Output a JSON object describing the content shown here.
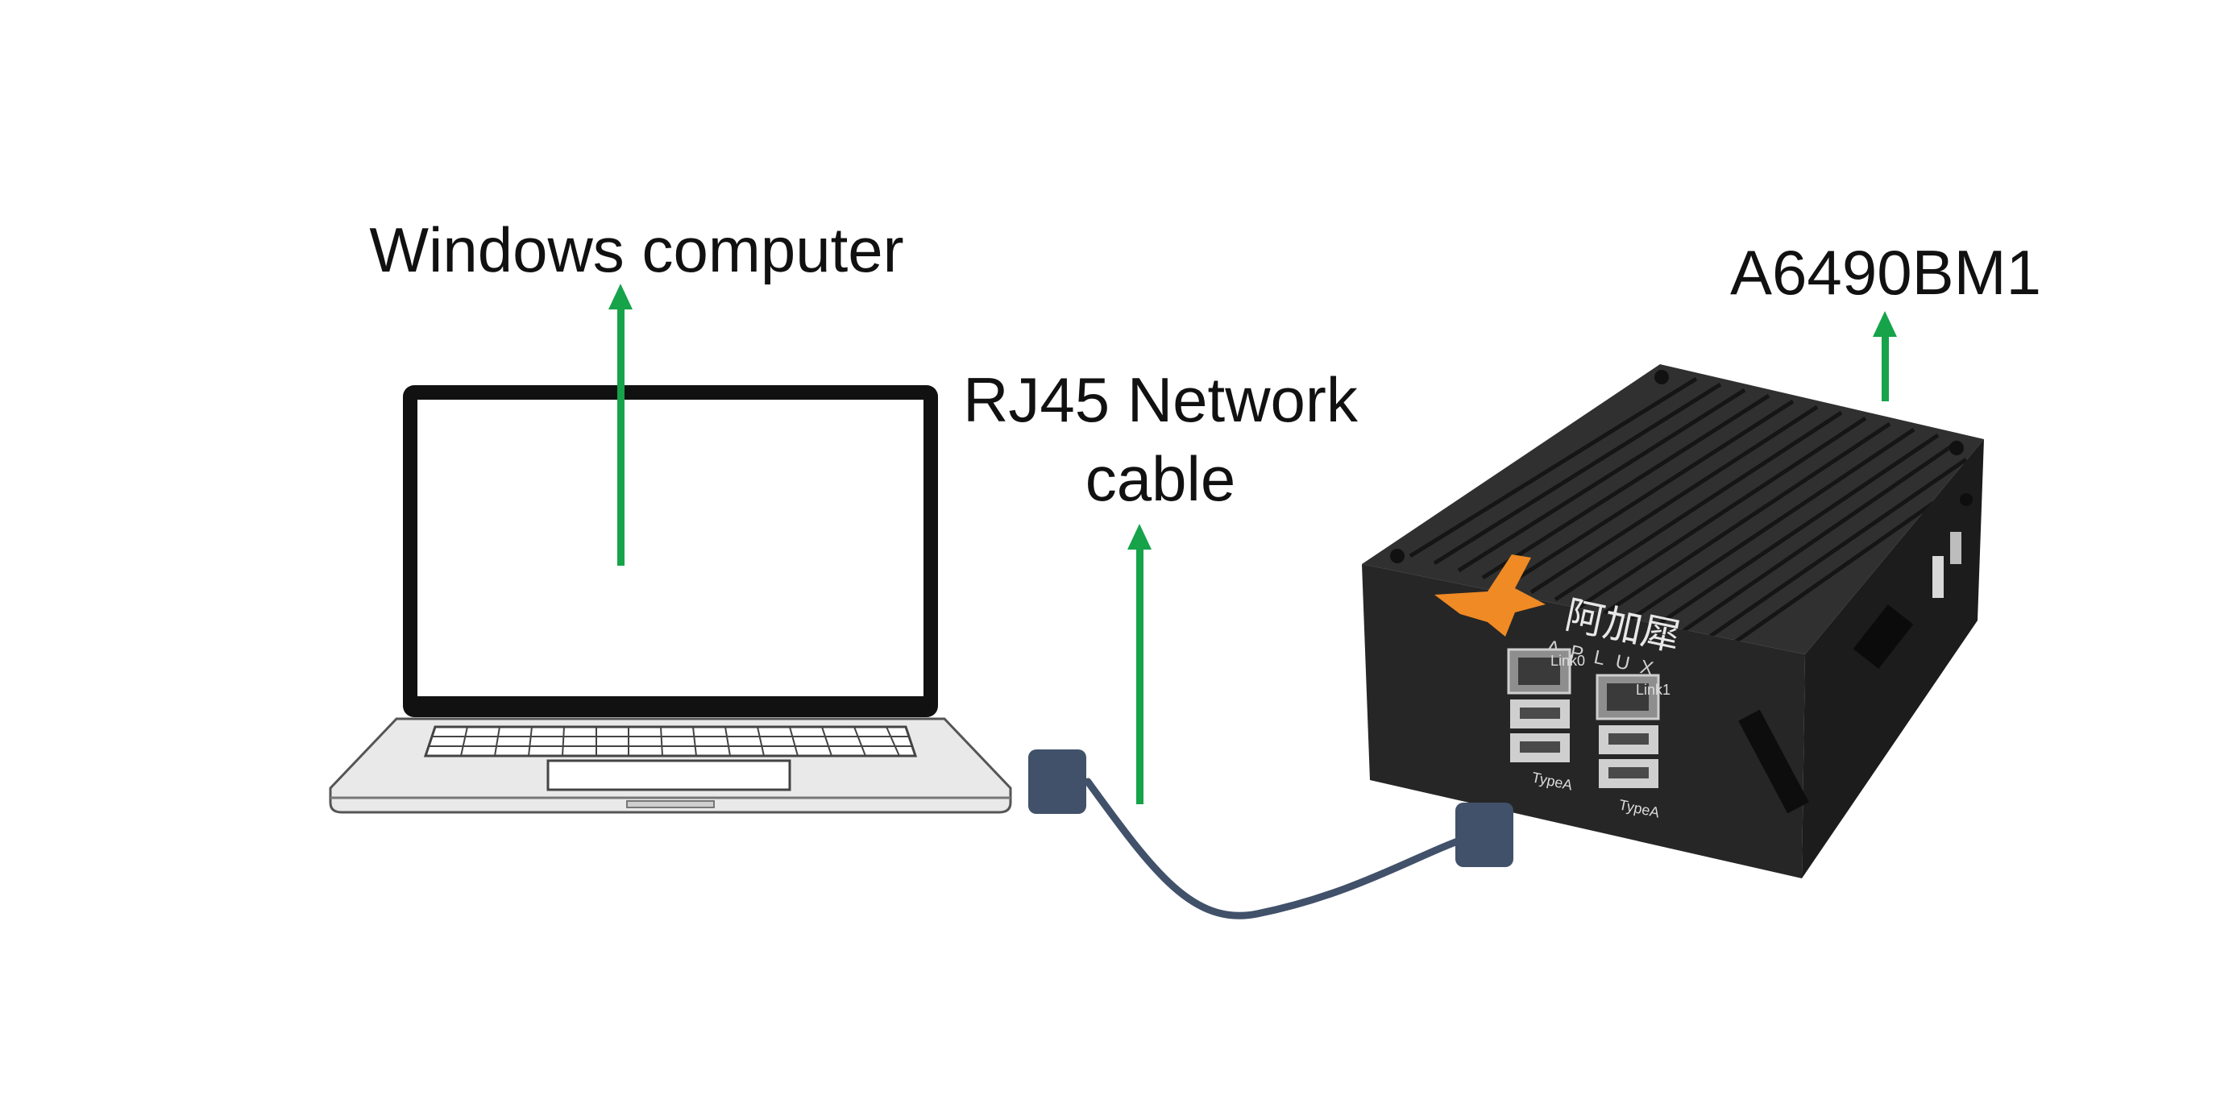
{
  "labels": {
    "windows_computer": "Windows computer",
    "cable_line1": "RJ45 Network",
    "cable_line2": "cable",
    "device": "A6490BM1"
  },
  "device_markings": {
    "brand_cn": "阿加犀",
    "brand_en": "APLUX",
    "port_link0": "Link0",
    "port_link1": "Link1",
    "usb_a_left": "TypeA",
    "usb_a_right": "TypeA"
  },
  "colors": {
    "arrow": "#16a34a",
    "cable": "#41516a",
    "plug": "#41516a",
    "laptop_outline": "#111111",
    "device_body": "#2a2a2a",
    "logo_orange": "#f08a24"
  }
}
